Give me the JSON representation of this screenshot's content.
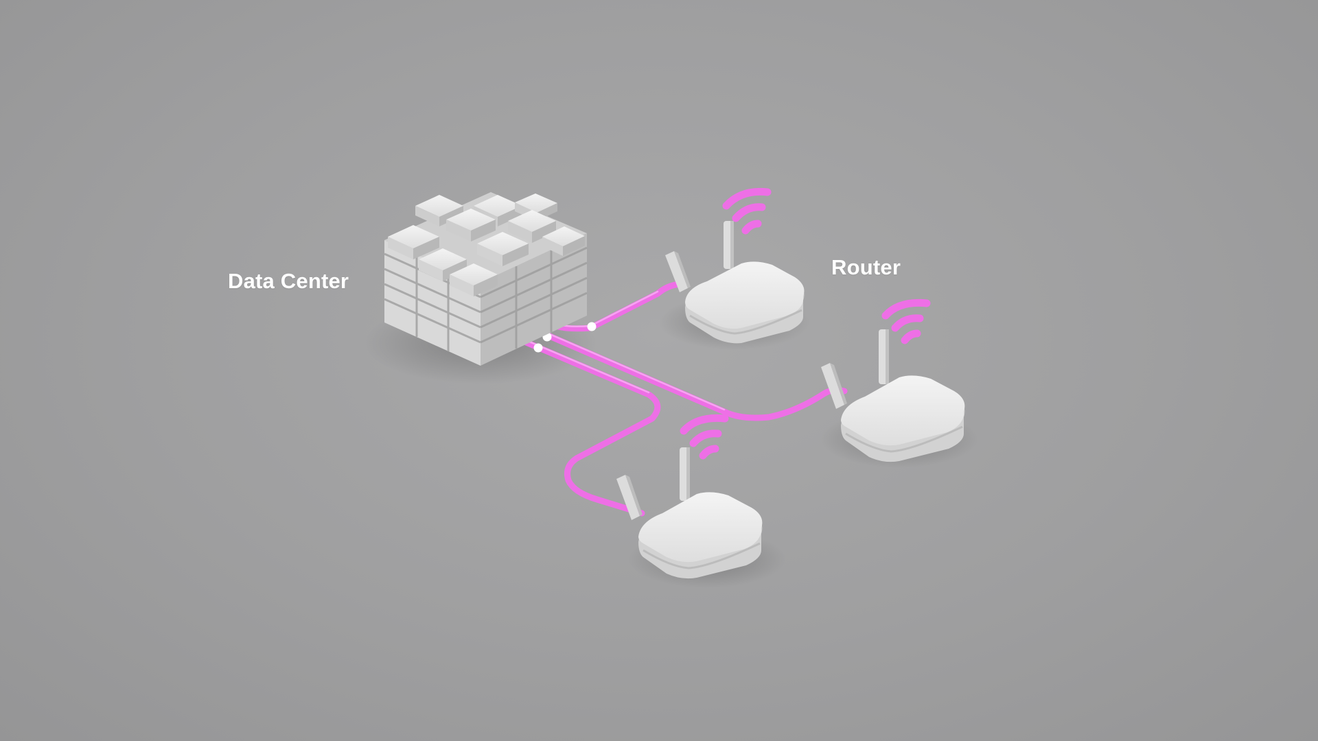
{
  "labels": {
    "data_center": "Data Center",
    "router": "Router"
  },
  "colors": {
    "background": "#a3a3a4",
    "cable": "#ee6fe6",
    "device": "#e6e6e6",
    "label": "#ffffff"
  },
  "nodes": [
    {
      "name": "data-center",
      "icon": "server-stack-icon"
    },
    {
      "name": "router-top",
      "icon": "router-icon",
      "signal": "wifi-icon"
    },
    {
      "name": "router-right",
      "icon": "router-icon",
      "signal": "wifi-icon"
    },
    {
      "name": "router-bottom",
      "icon": "router-icon",
      "signal": "wifi-icon"
    }
  ],
  "connections": [
    {
      "from": "data-center",
      "to": "router-top"
    },
    {
      "from": "data-center",
      "to": "router-right"
    },
    {
      "from": "data-center",
      "to": "router-bottom"
    }
  ]
}
